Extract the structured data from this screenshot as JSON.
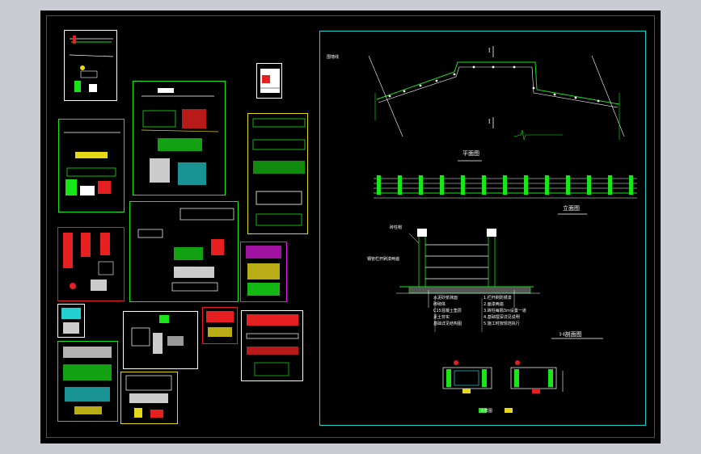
{
  "drawing": {
    "plan_title": "平面图",
    "elevation_title": "立面图",
    "section_title": "I-I剖面图",
    "section_mark": "I",
    "plan_note": "围墙线",
    "section_callout_top": "砖柱帽",
    "section_callout_mid": "钢管栏杆刷漆两遍",
    "legend_left": [
      "水泥砂浆抹面",
      "砖砌体",
      "C15混凝土垫层",
      "素土夯实",
      "基础详见结构图"
    ],
    "legend_right": [
      "1.栏杆刷防锈漆",
      "2.面漆两遍",
      "3.砖柱每隔3m设置一道",
      "4.基础埋深详见说明",
      "5.施工时按规范执行"
    ],
    "bottom_caption": "大样图"
  },
  "colors": {
    "background": "#000000",
    "frame": "#d01818",
    "sheet_border": "#22d0d0",
    "line_green": "#19e619",
    "line_white": "#ffffff",
    "accent_red": "#e62020",
    "accent_yellow": "#e6d81a",
    "accent_magenta": "#e619e6"
  }
}
